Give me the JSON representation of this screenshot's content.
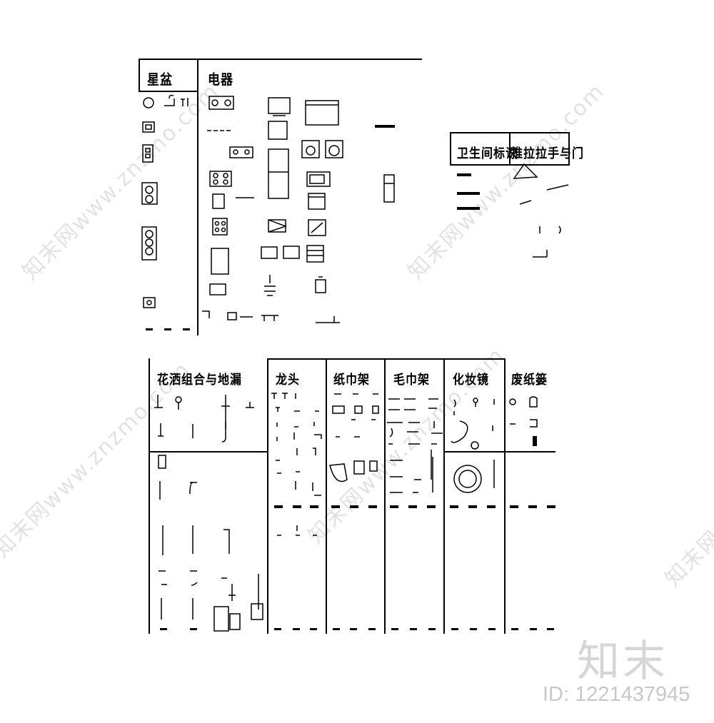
{
  "sections": {
    "basin": "星盆",
    "appliances": "电器",
    "toilet_sign": "卫生间标识",
    "slide_handle": "推拉拉手与门",
    "shower_combo": "花洒组合与地漏",
    "faucet": "龙头",
    "paper_rack": "纸巾架",
    "towel_rack": "毛巾架",
    "mirror": "化妆镜",
    "waste_bin": "废纸篓"
  },
  "watermark": {
    "text": "知末网www.znzmo.com",
    "logo": "知末",
    "id": "ID: 1221437945"
  },
  "icons": [
    "sink-icon",
    "faucet-icon",
    "refrigerator-icon",
    "washing-machine-icon",
    "stove-icon",
    "tv-icon",
    "microwave-icon",
    "water-dispenser-icon",
    "shower-head-icon",
    "floor-drain-icon",
    "towel-bar-icon",
    "toilet-paper-holder-icon",
    "mirror-icon",
    "waste-bin-icon",
    "door-swing-icon"
  ]
}
